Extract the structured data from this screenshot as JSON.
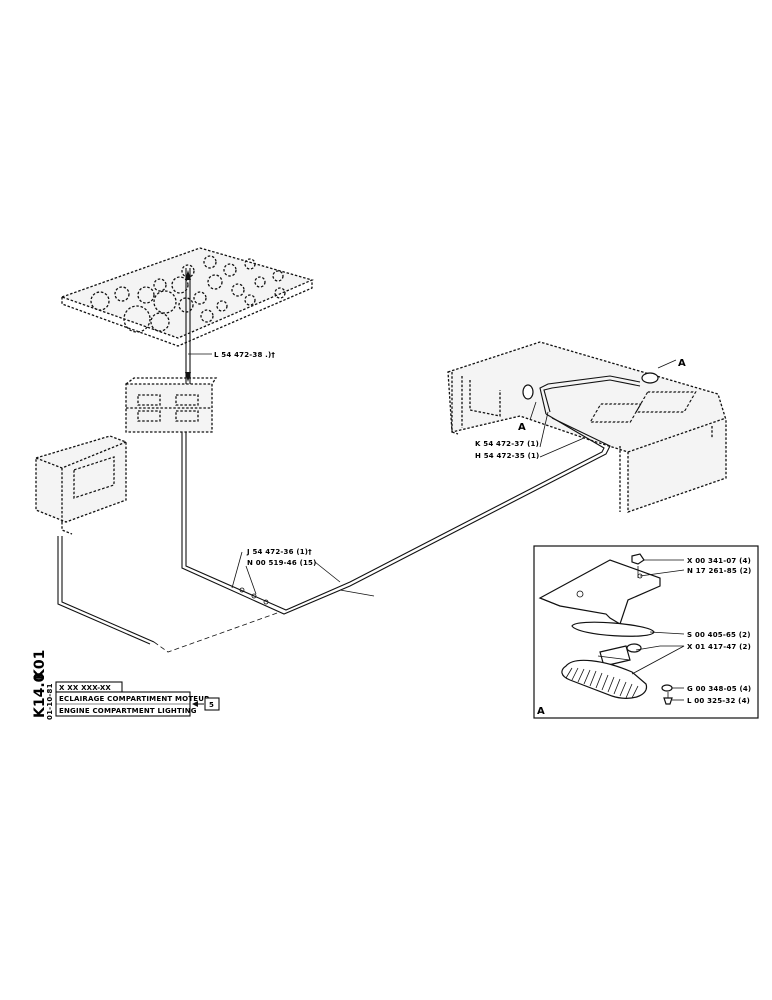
{
  "labels": {
    "l_54472_38": "L 54 472-38  .)†",
    "j_54472_36": "J 54 472-36 (1)†",
    "n_00519_46": "N 00 519-46 (15)",
    "k_54472_37": "K 54 472-37 (1)",
    "h_54472_35": "H 54 472-35 (1)",
    "ref_a_top": "A",
    "ref_a_left": "A",
    "x_00341_07": "X 00 341-07 (4)",
    "n_17261_85": "N 17 261-85 (2)",
    "s_00405_65": "S 00 405-65 (2)",
    "x_01417_47": "X 01 417-47 (2)",
    "g_00348_05": "G 00 348-05 (4)",
    "l_00325_32": "L 00 325-32 (4)",
    "detail_label": "A"
  },
  "title_block": {
    "code_k01": "K01",
    "code_k14": "K14.0",
    "date": "01-10-81",
    "ref_number": "X XX XXX-XX",
    "title_fr": "ECLAIRAGE COMPARTIMENT MOTEUR",
    "title_en": "ENGINE COMPARTMENT LIGHTING",
    "page_ref": "5"
  }
}
